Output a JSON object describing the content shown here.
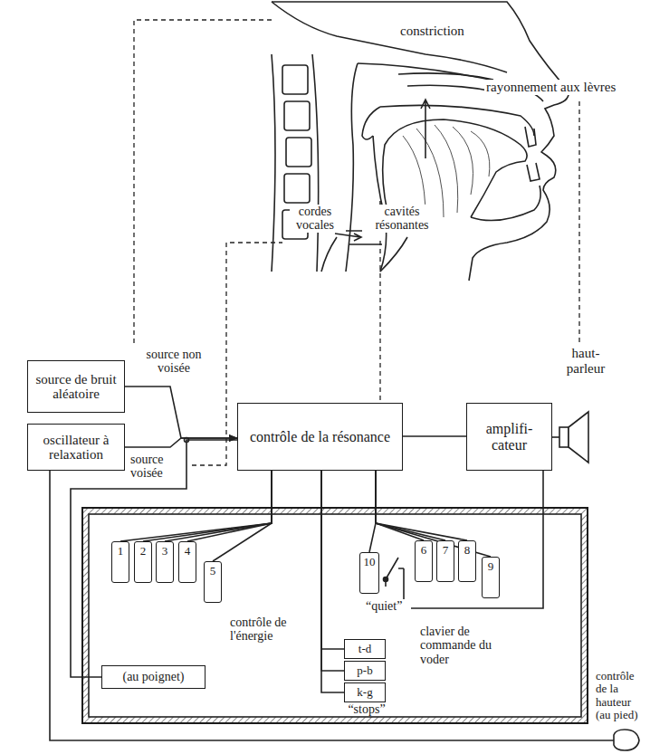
{
  "diagram": {
    "nodes": [
      {
        "text": [
          "source de bruit aléatoire"
        ]
      },
      {
        "text": [
          "oscillateur à relaxation"
        ]
      },
      {
        "text": [
          "contrôle de la résonance"
        ]
      },
      {
        "text": [
          "amplifi- cateur"
        ]
      },
      {
        "text": [
          "clavier de commande du voder"
        ]
      },
      {
        "text": [
          "1"
        ],
        "in": 4
      },
      {
        "text": [
          "2"
        ],
        "in": 4
      },
      {
        "text": [
          "3"
        ],
        "in": 4
      },
      {
        "text": [
          "4"
        ],
        "in": 4
      },
      {
        "text": [
          "5"
        ],
        "in": 4
      },
      {
        "text": [
          "6"
        ],
        "in": 4
      },
      {
        "text": [
          "7"
        ],
        "in": 4
      },
      {
        "text": [
          "8"
        ],
        "in": 4
      },
      {
        "text": [
          "9"
        ],
        "in": 4
      },
      {
        "text": [
          "10"
        ],
        "in": 4
      },
      {
        "text": [
          "(au poignet)"
        ],
        "in": 4
      },
      {
        "text": [
          "t-d"
        ],
        "in": 4
      },
      {
        "text": [
          "p-b"
        ],
        "in": 4
      },
      {
        "text": [
          "k-g"
        ],
        "in": 4
      }
    ],
    "edges": [
      {
        "from": 0,
        "to": 2,
        "arrow": "to"
      },
      {
        "from": 1,
        "to": 2,
        "arrow": "to"
      },
      {
        "from": 2,
        "to": 3,
        "arrow": "none"
      },
      {
        "from": 5,
        "to": 2,
        "arrow": "none"
      },
      {
        "from": 6,
        "to": 2,
        "arrow": "none"
      },
      {
        "from": 7,
        "to": 2,
        "arrow": "none"
      },
      {
        "from": 8,
        "to": 2,
        "arrow": "none"
      },
      {
        "from": 9,
        "to": 2,
        "arrow": "none"
      },
      {
        "from": 10,
        "to": 2,
        "arrow": "none"
      },
      {
        "from": 11,
        "to": 2,
        "arrow": "none"
      },
      {
        "from": 12,
        "to": 2,
        "arrow": "none"
      },
      {
        "from": 13,
        "to": 2,
        "arrow": "none"
      },
      {
        "from": 14,
        "to": 2,
        "arrow": "none"
      },
      {
        "from": 16,
        "to": 2,
        "arrow": "none"
      },
      {
        "from": 17,
        "to": 2,
        "arrow": "none"
      },
      {
        "from": 18,
        "to": 2,
        "arrow": "none"
      },
      {
        "from": 15,
        "to": 2,
        "arrow": "none"
      }
    ],
    "labels": [
      "constriction",
      "rayonnement aux lèvres",
      "cordes vocales",
      "cavités résonantes",
      "source non voisée",
      "source voisée",
      "haut-parleur",
      "contrôle de l'énergie",
      "“quiet”",
      "“stops”",
      "contrôle de la hauteur (au pied)"
    ]
  }
}
